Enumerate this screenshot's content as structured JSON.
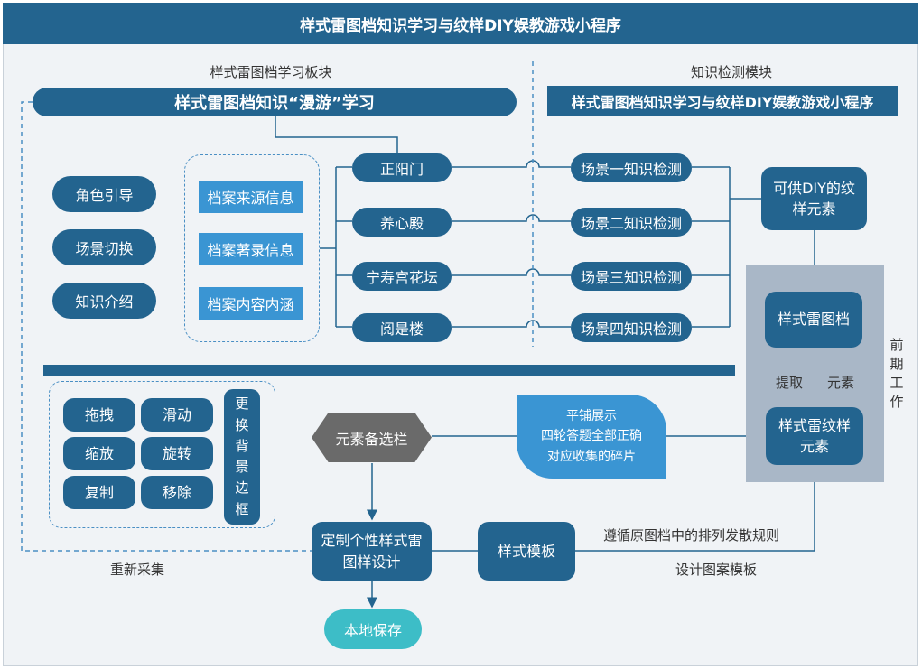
{
  "header": {
    "title": "样式雷图档知识学习与纹样DIY娱教游戏小程序"
  },
  "left_module": {
    "heading": "样式雷图档学习板块",
    "banner": "样式雷图档知识“漫游”学习",
    "features": [
      "角色引导",
      "场景切换",
      "知识介绍"
    ],
    "archive_info": [
      "档案来源信息",
      "档案著录信息",
      "档案内容内涵"
    ],
    "scenes": [
      "正阳门",
      "养心殿",
      "宁寿宫花坛",
      "阅是楼"
    ]
  },
  "right_module": {
    "heading": "知识检测模块",
    "banner": "样式雷图档知识学习与纹样DIY娱教游戏小程序",
    "tests": [
      "场景一知识检测",
      "场景二知识检测",
      "场景三知识检测",
      "场景四知识检测"
    ],
    "diy_elements": "可供DIY的纹样元素"
  },
  "pre_work": {
    "label": "前期工作",
    "drawing": "样式雷图档",
    "extract_label": "提取",
    "element_label": "元素",
    "pattern_elements": "样式雷纹样元素"
  },
  "toolbar": {
    "operations": [
      "拖拽",
      "滑动",
      "缩放",
      "旋转",
      "复制",
      "移除"
    ],
    "change_border": "更换背景边框"
  },
  "workflow": {
    "element_bar": "元素备选栏",
    "tile_lines": [
      "平铺展示",
      "四轮答题全部正确",
      "对应收集的碎片"
    ],
    "custom_design": "定制个性样式雷图样设计",
    "template": "样式模板",
    "rule_label": "遵循原图档中的排列发散规则",
    "template_label": "设计图案模板",
    "recollect_label": "重新采集",
    "save": "本地保存"
  },
  "colors": {
    "primary": "#23648f",
    "light": "#3a95d3",
    "gray": "#6a6a6a",
    "teal": "#3dbdc7",
    "panel": "#a9b7c7"
  }
}
